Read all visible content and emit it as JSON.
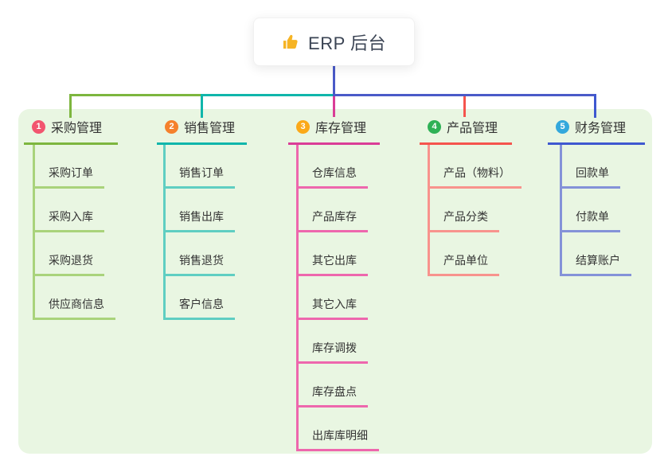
{
  "root": {
    "title": "ERP 后台",
    "icon": "thumbs-up-icon",
    "icon_color": "#f6b424"
  },
  "colors": {
    "page_bg": "#ffffff",
    "panel_bg": "#e9f6e2",
    "root_line": "#4a5ac8",
    "root_text": "#3b4454",
    "node_text": "#333333"
  },
  "branches": [
    {
      "number": "1",
      "label": "采购管理",
      "badge_color": "#f2556f",
      "line_color": "#7db63e",
      "child_line_color": "#a9d37b",
      "children": [
        "采购订单",
        "采购入库",
        "采购退货",
        "供应商信息"
      ]
    },
    {
      "number": "2",
      "label": "销售管理",
      "badge_color": "#f5812c",
      "line_color": "#10b6ab",
      "child_line_color": "#5fcec2",
      "children": [
        "销售订单",
        "销售出库",
        "销售退货",
        "客户信息"
      ]
    },
    {
      "number": "3",
      "label": "库存管理",
      "badge_color": "#fba919",
      "line_color": "#da3d97",
      "child_line_color": "#ee67ad",
      "children": [
        "仓库信息",
        "产品库存",
        "其它出库",
        "其它入库",
        "库存调拨",
        "库存盘点",
        "出库库明细"
      ]
    },
    {
      "number": "4",
      "label": "产品管理",
      "badge_color": "#2fb156",
      "line_color": "#f5544d",
      "child_line_color": "#f8938d",
      "children": [
        "产品（物料）",
        "产品分类",
        "产品单位"
      ]
    },
    {
      "number": "5",
      "label": "财务管理",
      "badge_color": "#33a8dc",
      "line_color": "#3f58d0",
      "child_line_color": "#8492d8",
      "children": [
        "回款单",
        "付款单",
        "结算账户"
      ]
    }
  ]
}
